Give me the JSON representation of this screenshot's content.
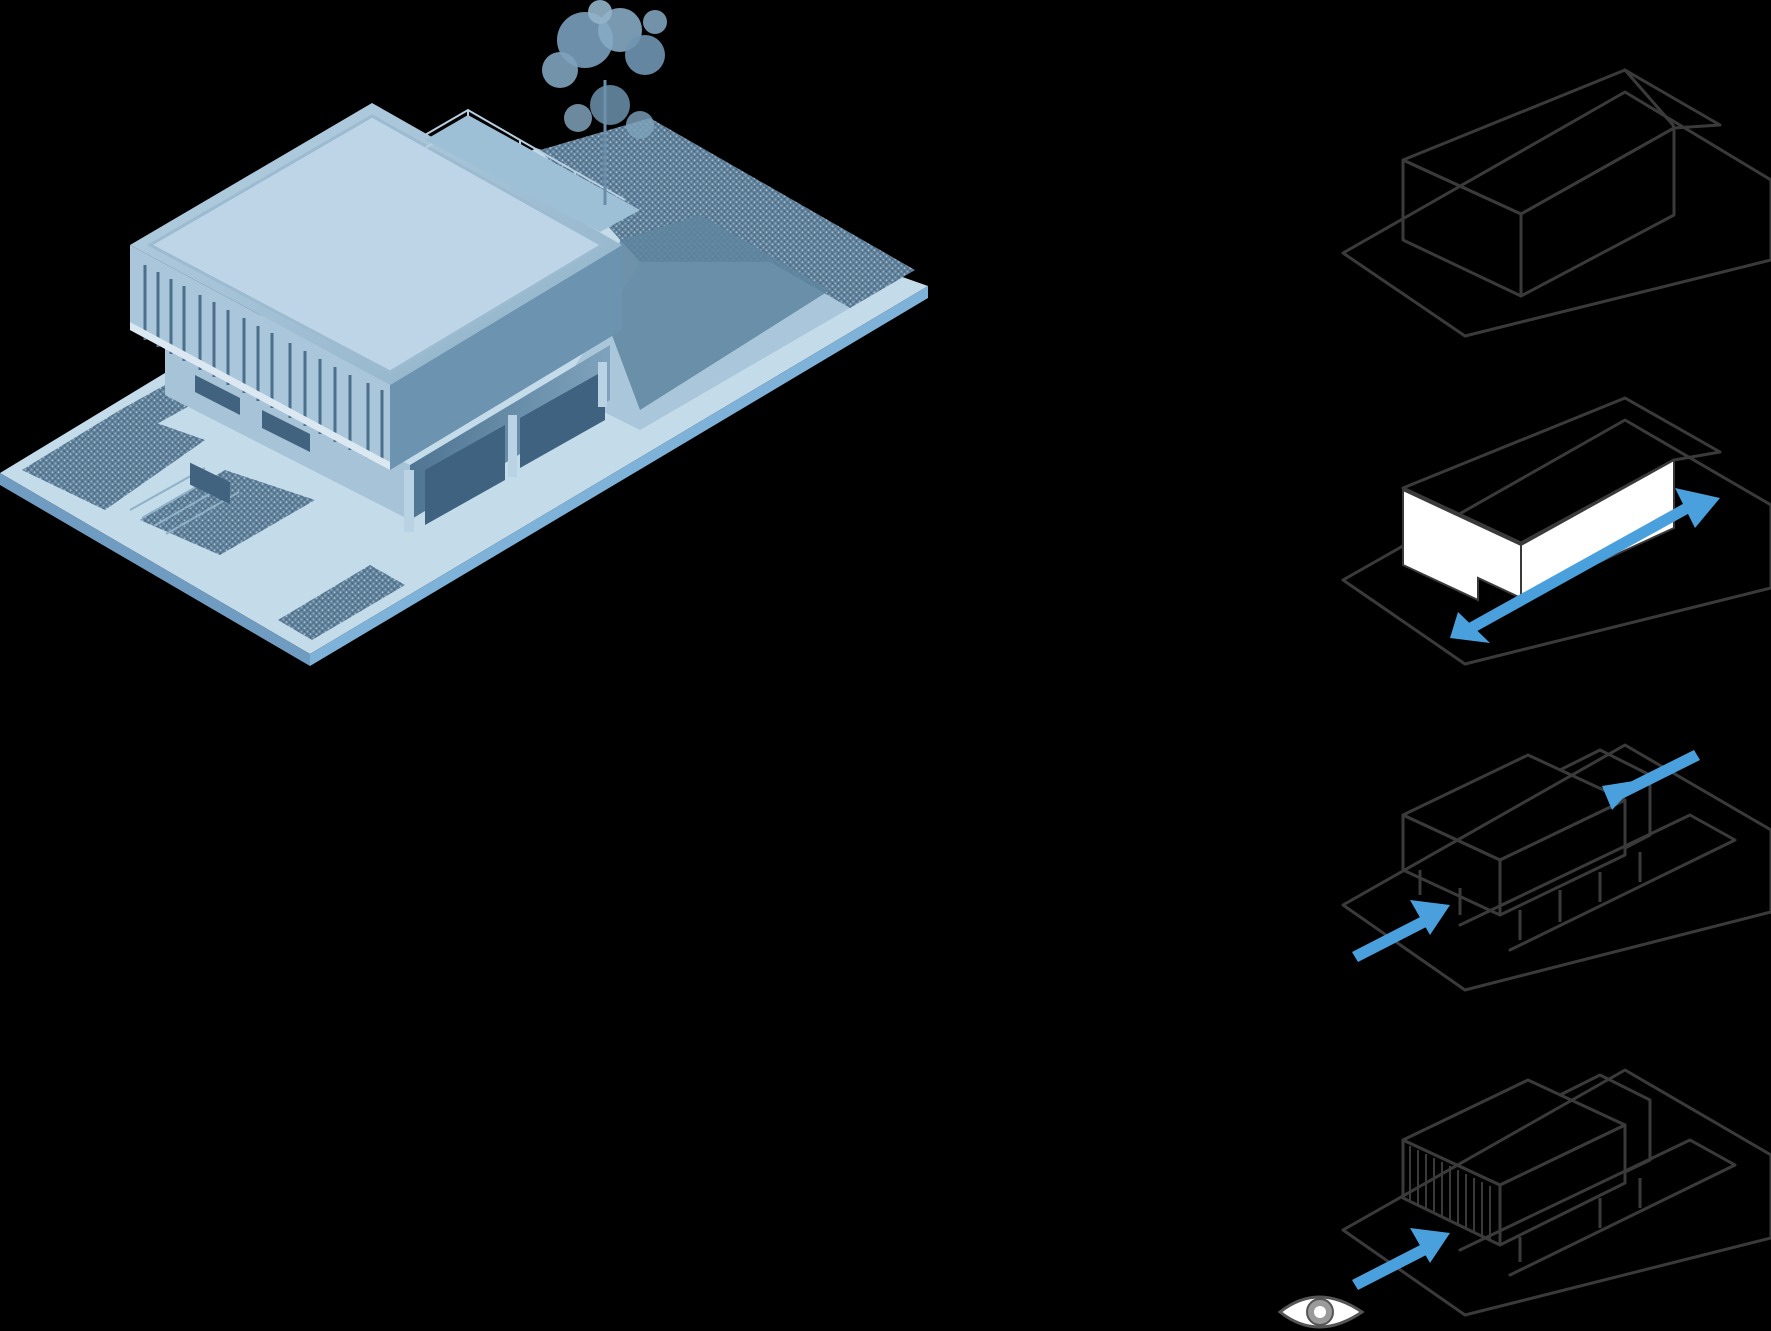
{
  "colors": {
    "background": "#000000",
    "line": "#3a3a3a",
    "arrow": "#4aa0dc",
    "massing_white": "#ffffff",
    "model_light": "#c4dbe9",
    "model_mid": "#9bbdd3",
    "model_dark": "#5f859f",
    "model_shadow": "#3e6280",
    "grass": "#6f8ea7",
    "base_edge": "#7fb2d8"
  },
  "diagram_steps": [
    {
      "id": "step-1-volume",
      "icon": "box-volume"
    },
    {
      "id": "step-2-orientation",
      "icon": "double-arrow"
    },
    {
      "id": "step-3-lift",
      "icon": "two-arrows-inward"
    },
    {
      "id": "step-4-facade",
      "icon": "eye-icon"
    }
  ]
}
